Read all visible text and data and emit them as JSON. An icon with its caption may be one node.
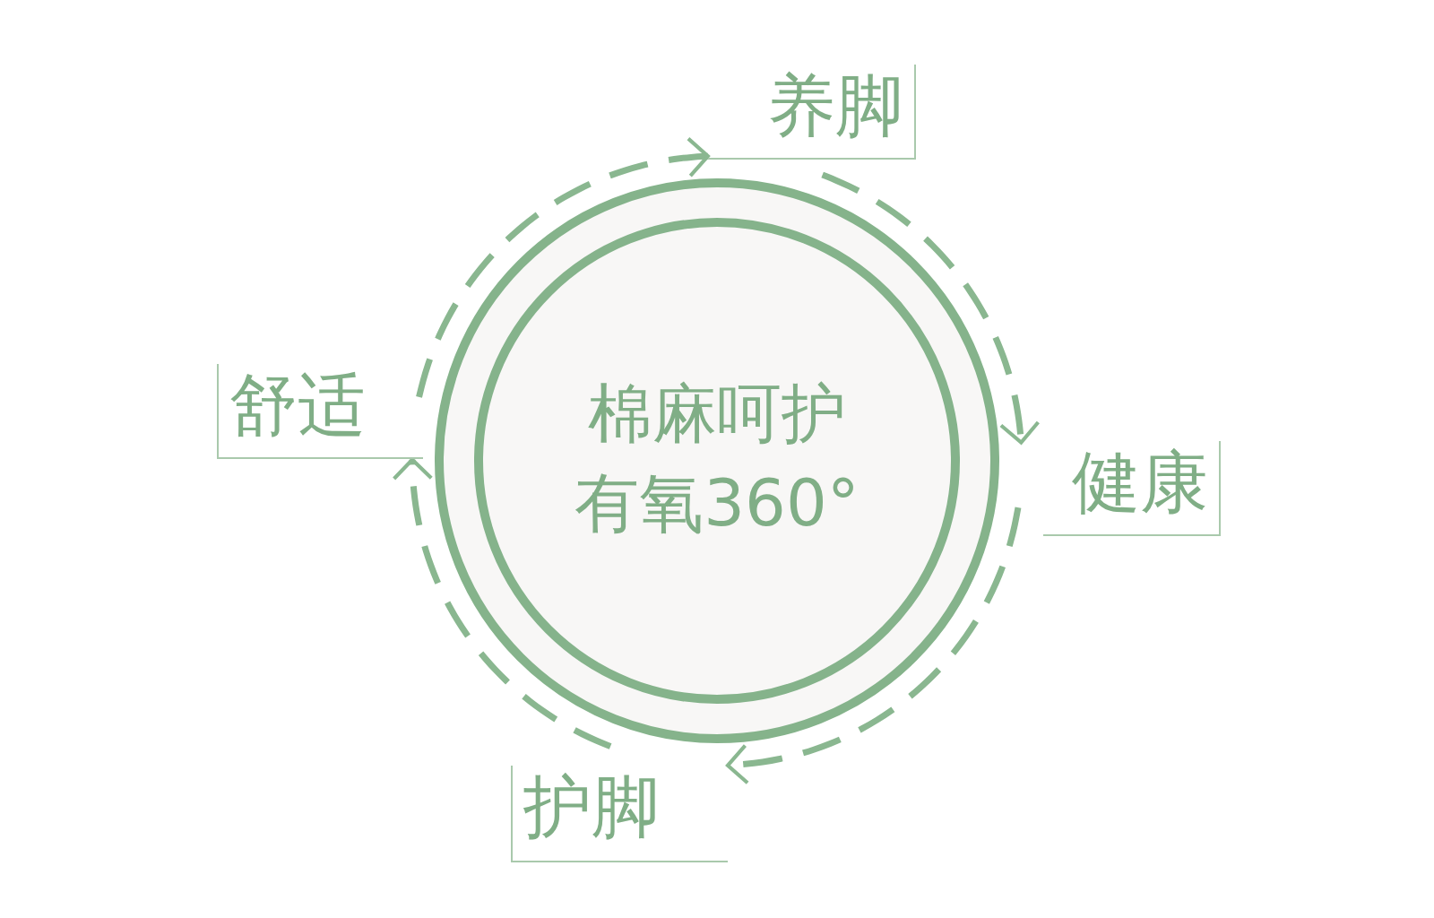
{
  "diagram": {
    "nodes": [
      {
        "text": [
          "棉麻呵护",
          "有氧360°"
        ]
      },
      {
        "text": [
          "养脚"
        ]
      },
      {
        "text": [
          "健康"
        ]
      },
      {
        "text": [
          "护脚"
        ]
      },
      {
        "text": [
          "舒适"
        ]
      }
    ],
    "edges": [
      {
        "from": 4,
        "to": 1,
        "arrow": "to",
        "style": "dashed"
      },
      {
        "from": 1,
        "to": 2,
        "arrow": "to",
        "style": "dashed"
      },
      {
        "from": 2,
        "to": 3,
        "arrow": "to",
        "style": "dashed"
      },
      {
        "from": 3,
        "to": 4,
        "arrow": "to",
        "style": "dashed"
      }
    ]
  }
}
